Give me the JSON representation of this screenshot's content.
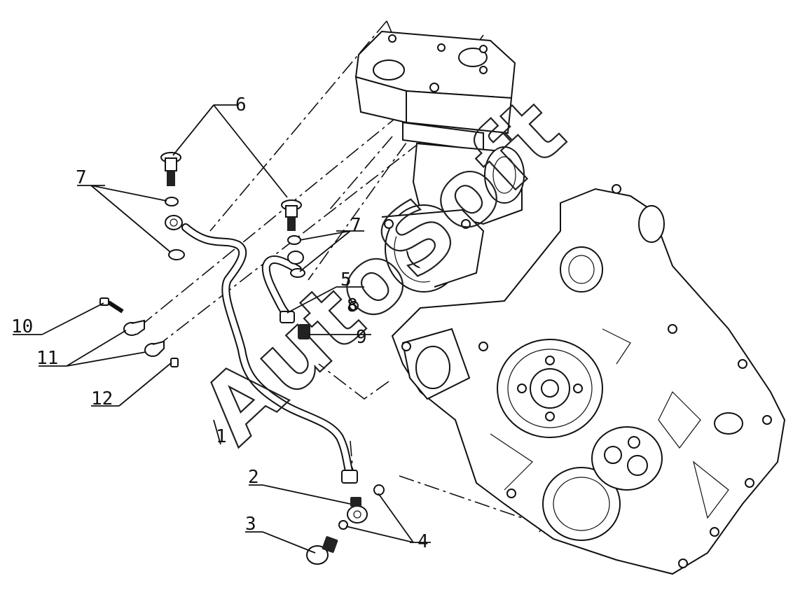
{
  "diagram": {
    "watermark": "AutoSoft",
    "callouts": [
      {
        "id": "c1",
        "label": "1"
      },
      {
        "id": "c2",
        "label": "2"
      },
      {
        "id": "c3",
        "label": "3"
      },
      {
        "id": "c4",
        "label": "4"
      },
      {
        "id": "c5",
        "label": "5"
      },
      {
        "id": "c6",
        "label": "6"
      },
      {
        "id": "c7a",
        "label": "7"
      },
      {
        "id": "c7b",
        "label": "7"
      },
      {
        "id": "c8",
        "label": "8"
      },
      {
        "id": "c9",
        "label": "9"
      },
      {
        "id": "c10",
        "label": "10"
      },
      {
        "id": "c11",
        "label": "11"
      },
      {
        "id": "c12",
        "label": "12"
      }
    ]
  }
}
